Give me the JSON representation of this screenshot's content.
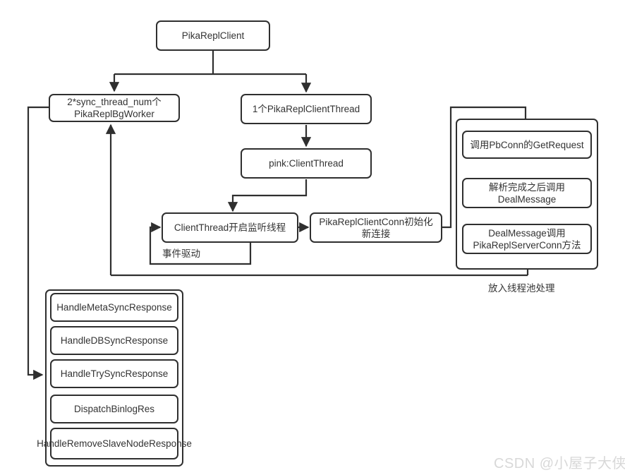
{
  "diagram": {
    "title": "PikaReplClient replication flow",
    "line_color": "#2f2f2f",
    "text_color": "#333333",
    "background": "#ffffff",
    "nodes": {
      "root": "PikaReplClient",
      "bg_worker": "2*sync_thread_num个\nPikaReplBgWorker",
      "bg_worker_line1": "2*sync_thread_num个",
      "bg_worker_line2": "PikaReplBgWorker",
      "client_thread": "1个PikaReplClientThread",
      "pink_client_thread": "pink:ClientThread",
      "listen_thread": "ClientThread开启监听线程",
      "conn_init_line1": "PikaReplClientConn初始化",
      "conn_init_line2": "新连接",
      "get_request": "调用PbConn的GetRequest",
      "deal_message_line1": "解析完成之后调用",
      "deal_message_line2": "DealMessage",
      "server_conn_line1": "DealMessage调用",
      "server_conn_line2": "PikaReplServerConn方法"
    },
    "edge_labels": {
      "event_driven": "事件驱动",
      "thread_pool": "放入线程池处理"
    },
    "handlers": [
      "HandleMetaSyncResponse",
      "HandleDBSyncResponse",
      "HandleTrySyncResponse",
      "DispatchBinlogRes",
      "HandleRemoveSlaveNodeResponse"
    ],
    "watermark": "CSDN @小屋子大侠"
  }
}
